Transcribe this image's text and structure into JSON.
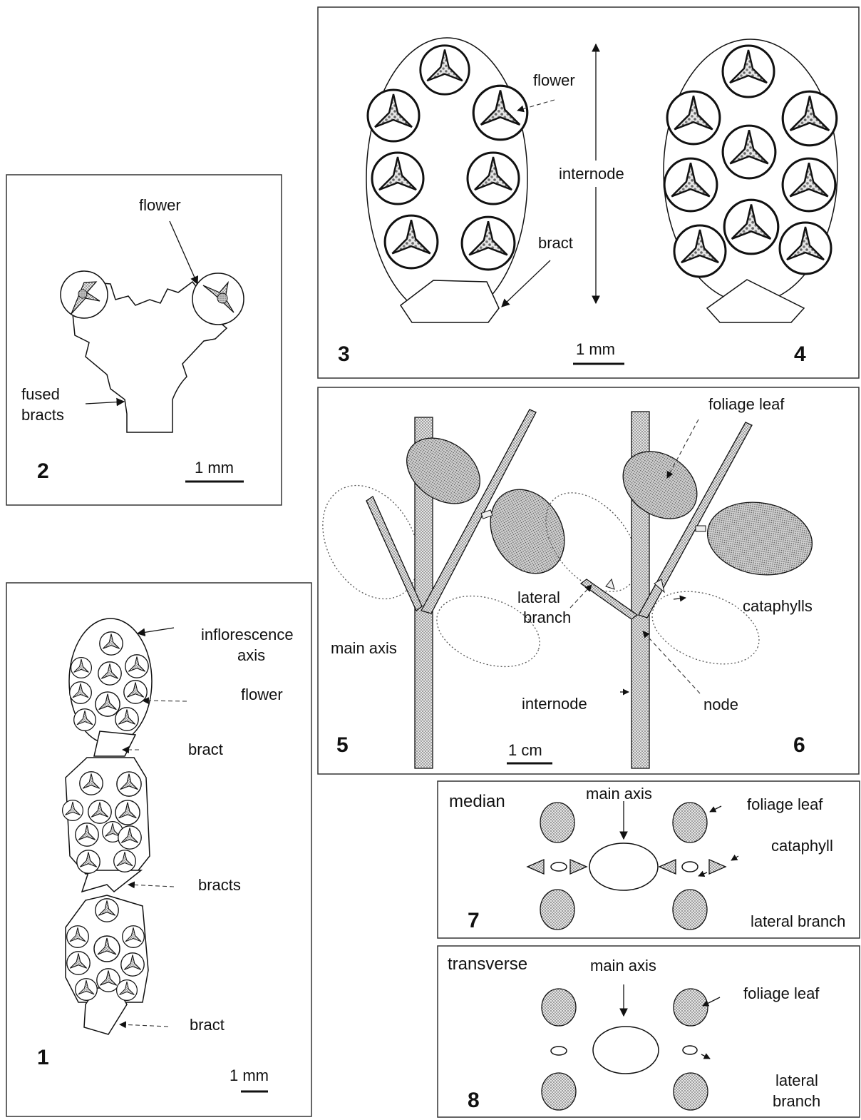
{
  "figures": {
    "fig1": {
      "number": "1",
      "labels": {
        "inflorescence_axis_1": "inflorescence",
        "inflorescence_axis_2": "axis",
        "flower": "flower",
        "bract_top": "bract",
        "bracts": "bracts",
        "bract_bottom": "bract"
      },
      "scale": "1 mm"
    },
    "fig2": {
      "number": "2",
      "labels": {
        "flower": "flower",
        "fused_1": "fused",
        "fused_2": "bracts"
      },
      "scale": "1 mm"
    },
    "fig3": {
      "number": "3",
      "labels": {
        "flower": "flower",
        "internode": "internode",
        "bract": "bract"
      },
      "scale": "1 mm"
    },
    "fig4": {
      "number": "4"
    },
    "fig5": {
      "number": "5",
      "labels": {
        "main_axis": "main axis",
        "lateral_1": "lateral",
        "lateral_2": "branch",
        "internode": "internode"
      },
      "scale": "1 cm"
    },
    "fig6": {
      "number": "6",
      "labels": {
        "foliage_leaf": "foliage leaf",
        "cataphylls": "cataphylls",
        "node": "node"
      }
    },
    "fig7": {
      "number": "7",
      "title": "median",
      "labels": {
        "main_axis": "main axis",
        "foliage_leaf": "foliage leaf",
        "cataphyll": "cataphyll",
        "lateral_branch": "lateral branch"
      }
    },
    "fig8": {
      "number": "8",
      "title": "transverse",
      "labels": {
        "main_axis": "main axis",
        "foliage_leaf": "foliage leaf",
        "lateral_1": "lateral",
        "lateral_2": "branch"
      }
    }
  }
}
